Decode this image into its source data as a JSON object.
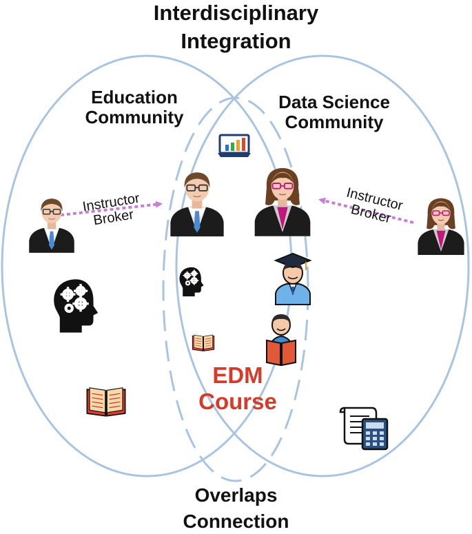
{
  "title": {
    "line1": "Interdisciplinary",
    "line2": "Integration"
  },
  "footer": {
    "line1": "Overlaps",
    "line2": "Connection"
  },
  "communities": {
    "education": {
      "line1": "Education",
      "line2": "Community"
    },
    "data_science": {
      "line1": "Data Science",
      "line2": "Community"
    }
  },
  "brokers": {
    "left": {
      "line1": "Instructor",
      "line2": "Broker"
    },
    "right": {
      "line1": "Instructor",
      "line2": "Broker"
    }
  },
  "center": {
    "line1": "EDM",
    "line2": "Course"
  },
  "colors": {
    "circle": "#a9c4e3",
    "arrow": "#c77fd6",
    "accent_text": "#d83a2a",
    "tie_blue": "#4a8ad1",
    "tie_magenta": "#c2187e"
  },
  "icons": [
    "male-instructor-icon",
    "female-instructor-icon",
    "laptop-chart-icon",
    "brain-gears-icon",
    "graduate-icon",
    "reading-student-icon",
    "book-icon",
    "receipt-calculator-icon"
  ]
}
